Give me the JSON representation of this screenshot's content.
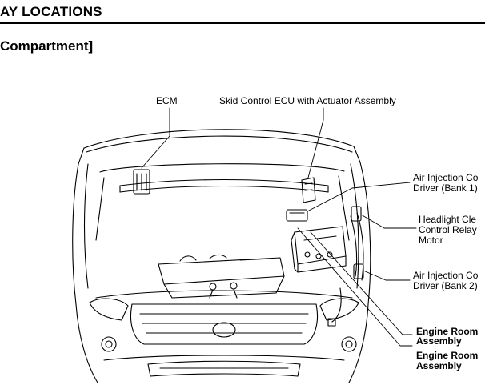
{
  "header": {
    "section_title": "AY LOCATIONS",
    "subtitle": "Compartment]"
  },
  "labels": {
    "ecm": "ECM",
    "skid_control": "Skid Control ECU with Actuator Assembly",
    "air_injection_bank1_line1": "Air Injection Co",
    "air_injection_bank1_line2": "Driver (Bank 1)",
    "headlight_line1": "Headlight Cle",
    "headlight_line2": "Control Relay",
    "headlight_line3": "Motor",
    "air_injection_bank2_line1": "Air Injection Co",
    "air_injection_bank2_line2": "Driver (Bank 2)",
    "engine_room_1_line1": "Engine Room",
    "engine_room_1_line2": "Assembly",
    "engine_room_2_line1": "Engine Room",
    "engine_room_2_line2": "Assembly"
  }
}
